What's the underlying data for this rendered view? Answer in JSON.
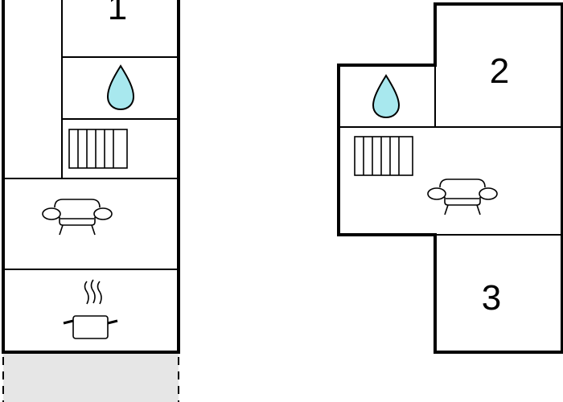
{
  "plan": {
    "wall_color": "#000000",
    "water_color": "#a8e8ee",
    "outdoor_color": "#e6e6e6",
    "left_unit": {
      "rooms": [
        {
          "id": "bedroom-1",
          "label": "1"
        },
        {
          "id": "bathroom",
          "icon": "water-drop-icon"
        },
        {
          "id": "heating",
          "icon": "radiator-icon"
        },
        {
          "id": "living-room",
          "icon": "sofa-icon"
        },
        {
          "id": "kitchen",
          "icon": "cooking-pot-icon"
        }
      ],
      "outdoor_area": "terrace-dashed-area"
    },
    "right_unit": {
      "rooms": [
        {
          "id": "bedroom-2",
          "label": "2"
        },
        {
          "id": "bathroom",
          "icon": "water-drop-icon"
        },
        {
          "id": "living-room",
          "icons": [
            "radiator-icon",
            "sofa-icon"
          ]
        },
        {
          "id": "bedroom-3",
          "label": "3"
        }
      ]
    }
  }
}
